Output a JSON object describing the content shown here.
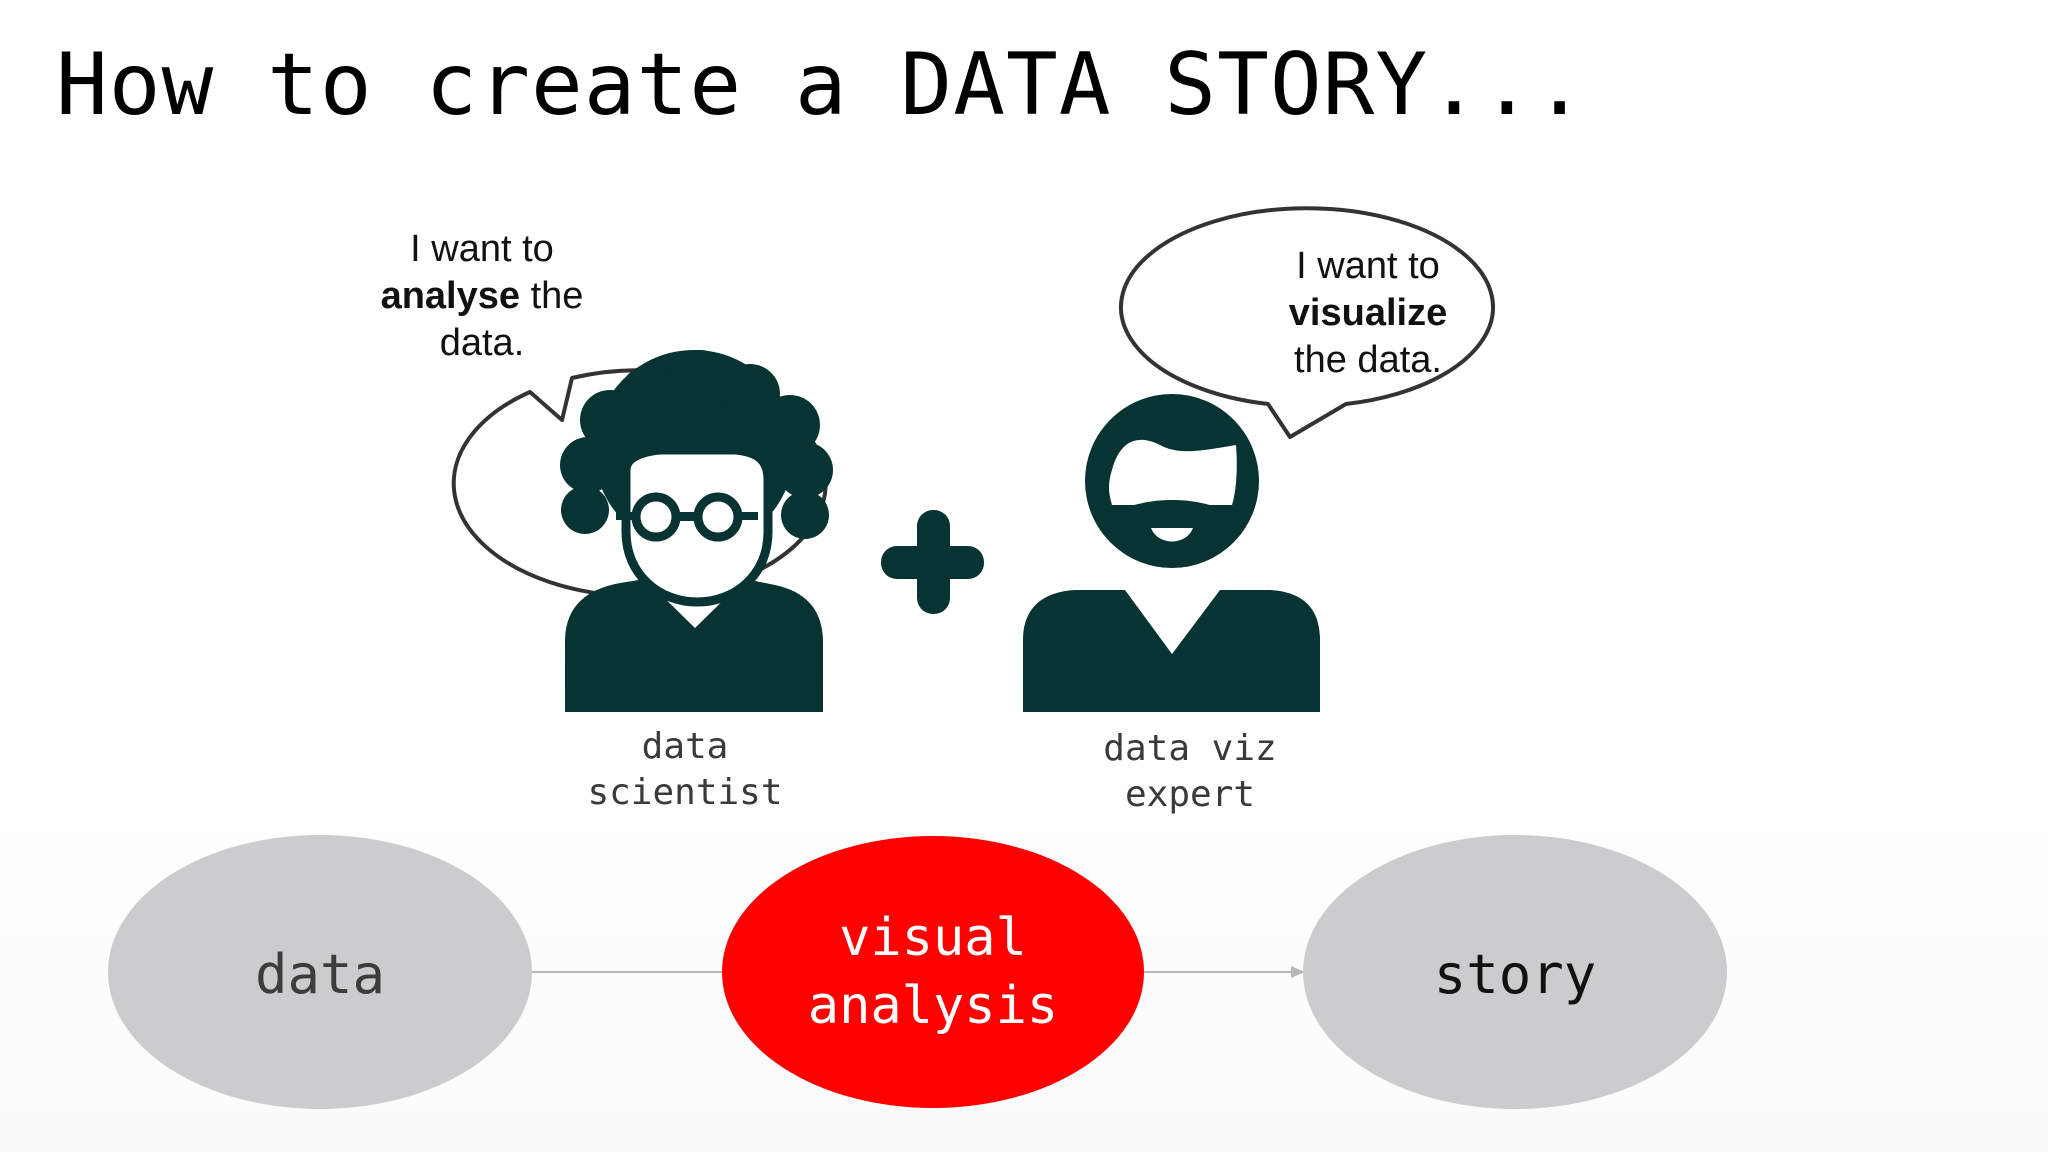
{
  "title": "How to create a DATA STORY...",
  "colors": {
    "icon": "#073332",
    "node_grey": "#cccbce",
    "node_red": "#ff0000",
    "bubble_stroke": "#333333",
    "arrow": "#b8b8b8"
  },
  "bubbles": {
    "scientist": {
      "line1": "I want to",
      "bold": "analyse",
      "rest": " the",
      "line3": "data."
    },
    "viz_expert": {
      "line1": "I want to",
      "bold": "visualize",
      "line3": "the data."
    }
  },
  "people": {
    "scientist": {
      "icon": "scientist-with-glasses-icon",
      "label_line1": "data",
      "label_line2": "scientist"
    },
    "plus_icon": "plus-icon",
    "viz_expert": {
      "icon": "bearded-person-icon",
      "label_line1": "data viz",
      "label_line2": "expert"
    }
  },
  "flow": {
    "data": "data",
    "visual_line1": "visual",
    "visual_line2": "analysis",
    "story": "story"
  }
}
